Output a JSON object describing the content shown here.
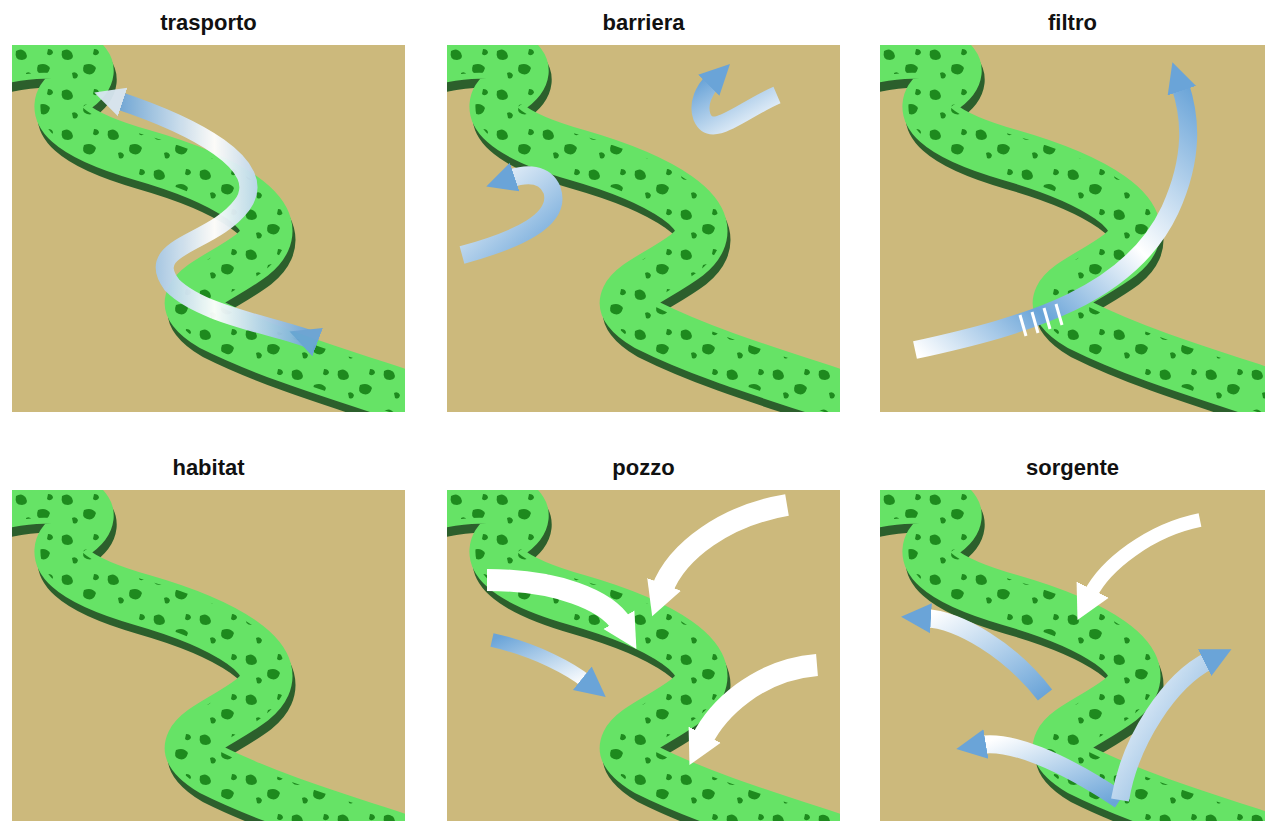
{
  "diagram": {
    "nodes": [
      {
        "text": [
          "trasporto"
        ]
      },
      {
        "text": [
          "barriera"
        ]
      },
      {
        "text": [
          "filtro"
        ]
      },
      {
        "text": [
          "habitat"
        ]
      },
      {
        "text": [
          "pozzo"
        ]
      },
      {
        "text": [
          "sorgente"
        ]
      }
    ]
  }
}
